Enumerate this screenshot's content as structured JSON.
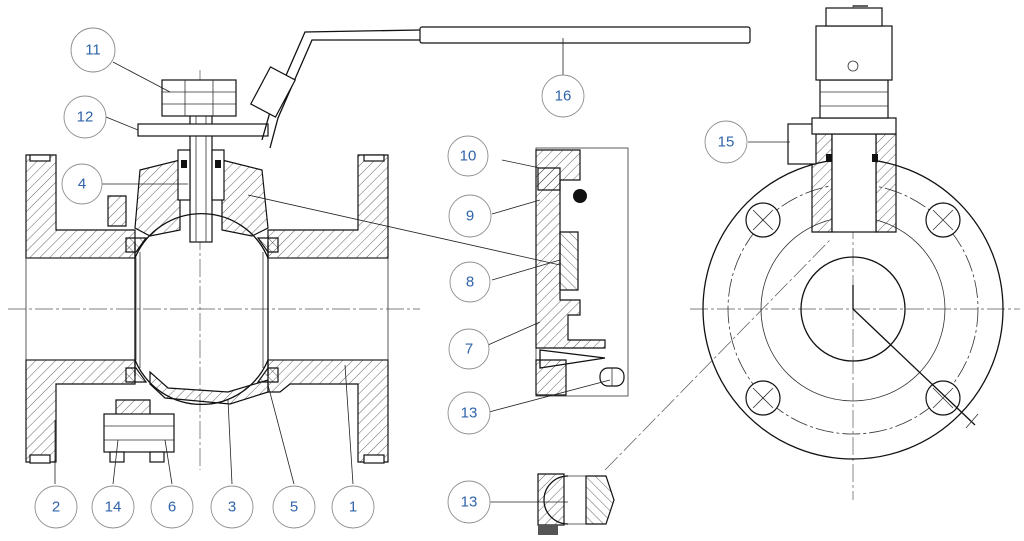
{
  "callouts": {
    "c1": "1",
    "c2": "2",
    "c3": "3",
    "c4": "4",
    "c5": "5",
    "c6": "6",
    "c7": "7",
    "c8": "8",
    "c9": "9",
    "c10": "10",
    "c11": "11",
    "c12": "12",
    "c13a": "13",
    "c13b": "13",
    "c14": "14",
    "c15": "15",
    "c16": "16"
  },
  "colors": {
    "line": "#111111",
    "callout_text": "#2f64a8",
    "callout_circle": "#8f8f8f"
  }
}
